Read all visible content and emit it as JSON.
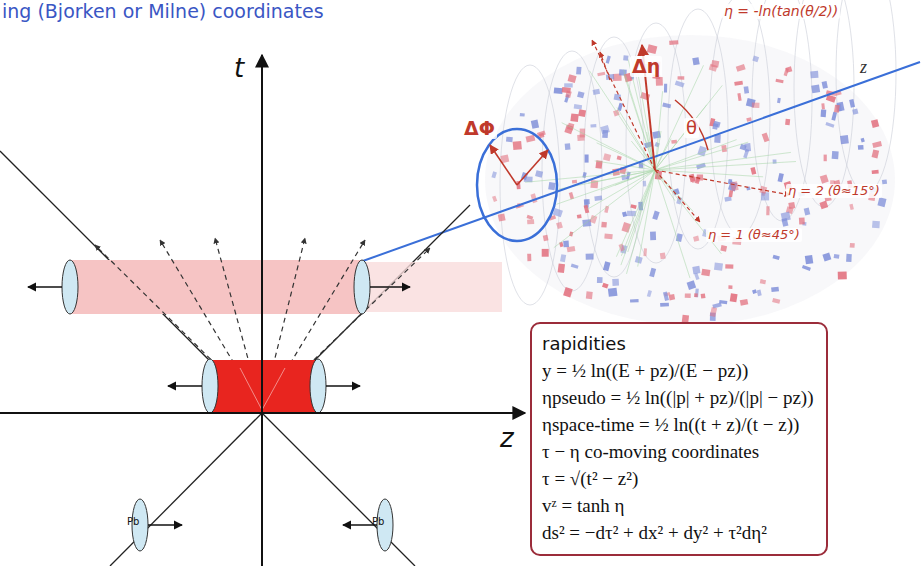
{
  "diagram": {
    "title": "ing (Bjorken or Milne) coordinates",
    "nodes": [
      {
        "text": [
          "rapidities",
          "y = ½ ln((E + pz)/(E − pz))",
          "ηpseudo = ½ ln((|p| + pz)/(|p| − pz))",
          "ηspace-time = ½ ln((t + z)/(t − z))",
          "τ − η co-moving coordinates",
          "τ = √(t² − z²)",
          "vᶻ = tanh η",
          "ds² = −dτ² + dx² + dy² + τ²dη²"
        ]
      }
    ],
    "labels": [
      "η = -ln(tan(θ/2))",
      "Δη",
      "θ",
      "z",
      "ΔΦ",
      "η = 2 (θ≈15°)",
      "η = 1 (θ≈45°)",
      "t",
      "z",
      "Pb",
      "Pb"
    ]
  }
}
